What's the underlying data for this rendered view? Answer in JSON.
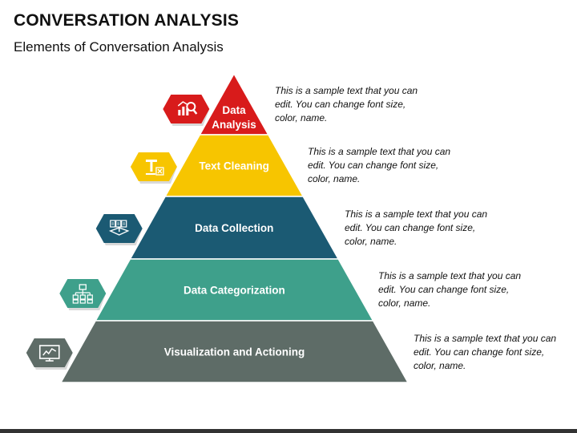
{
  "header": {
    "title": "CONVERSATION ANALYSIS",
    "subtitle": "Elements of Conversation Analysis"
  },
  "levels": [
    {
      "label_lines": [
        "Data",
        "Analysis"
      ],
      "color": "#d81b1b",
      "icon": "analysis-chart-icon",
      "description": "This is a sample text that you can edit. You can change font size, color, name."
    },
    {
      "label_lines": [
        "Text Cleaning"
      ],
      "color": "#f7c500",
      "icon": "clear-format-icon",
      "description": "This is a sample text that you can edit. You can change font size, color, name."
    },
    {
      "label_lines": [
        "Data Collection"
      ],
      "color": "#1b5a73",
      "icon": "documents-collection-icon",
      "description": "This is a sample text that you can edit. You can change font size, color, name."
    },
    {
      "label_lines": [
        "Data Categorization"
      ],
      "color": "#3ea08b",
      "icon": "hierarchy-icon",
      "description": "This is a sample text that you can edit. You can change font size, color, name."
    },
    {
      "label_lines": [
        "Visualization and Actioning"
      ],
      "color": "#5e6c67",
      "icon": "monitor-chart-icon",
      "description": "This is a sample text that you can edit. You can change font size, color, name."
    }
  ]
}
